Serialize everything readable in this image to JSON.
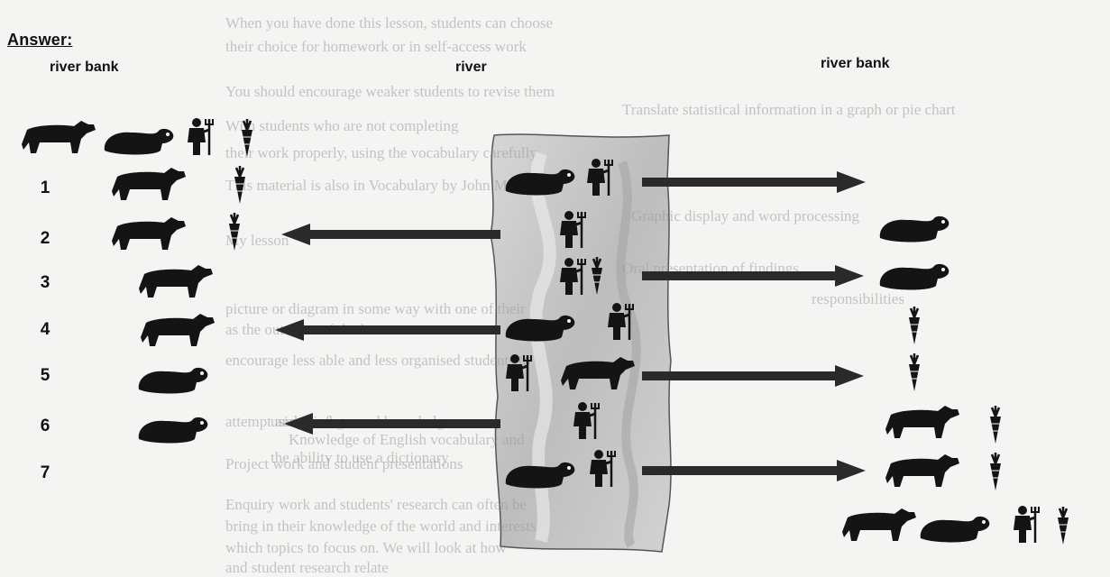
{
  "heading": {
    "answer": "Answer:"
  },
  "columns": {
    "left": "river bank",
    "middle": "river",
    "right": "river bank"
  },
  "steps": [
    "1",
    "2",
    "3",
    "4",
    "5",
    "6",
    "7"
  ],
  "background_text": [
    "When you have done this lesson, students can choose",
    "their choice for homework or in self-access work",
    "You should encourage weaker students to revise them",
    "With students who are not completing",
    "their work properly, using the vocabulary carefully",
    "This material is also in Vocabulary by John Morgan",
    "My lesson",
    "picture or diagram in some way with one of their",
    "as the outcome of the lesson",
    "encourage less able and less organised students to",
    "attempt and reinforce",
    "Project work and student presentations",
    "Enquiry work and students' research can often be",
    "bring in their knowledge of the world and interests",
    "which topics to focus on. We will look at how",
    "and student research relate",
    "Translate statistical information in a graph or pie chart",
    "Graphic display and word processing",
    "Oral presentation of findings",
    "responsibilities",
    "using background knowledge",
    "Knowledge of English vocabulary and",
    "the ability to use a dictionary"
  ],
  "colors": {
    "ink": "#141414",
    "river_fill": "#c9c9c9",
    "river_edge": "#555555"
  }
}
